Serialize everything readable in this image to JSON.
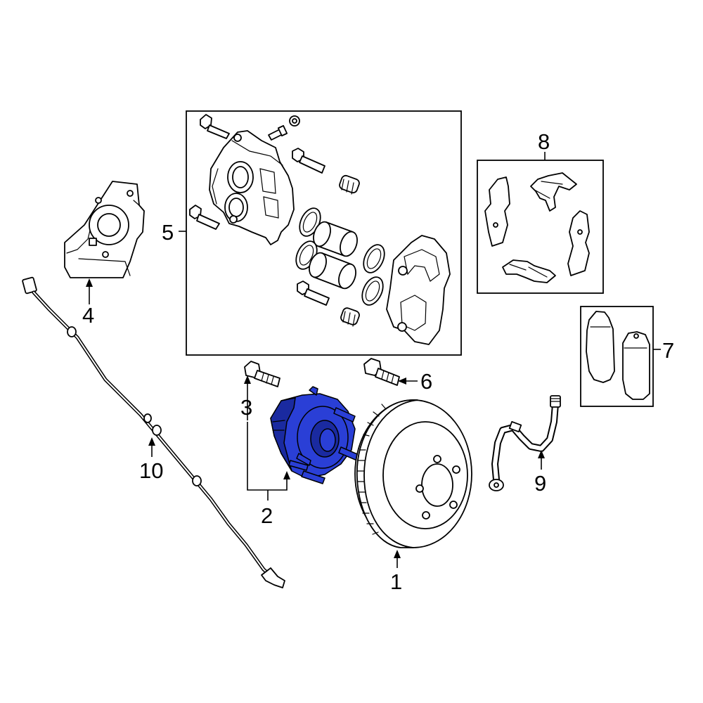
{
  "callouts": {
    "c1": "1",
    "c2": "2",
    "c3": "3",
    "c4": "4",
    "c5": "5",
    "c6": "6",
    "c7": "7",
    "c8": "8",
    "c9": "9",
    "c10": "10"
  },
  "colors": {
    "highlight": "#2a3fd6",
    "line": "#000000",
    "background": "#ffffff"
  },
  "highlighted_part": "2"
}
